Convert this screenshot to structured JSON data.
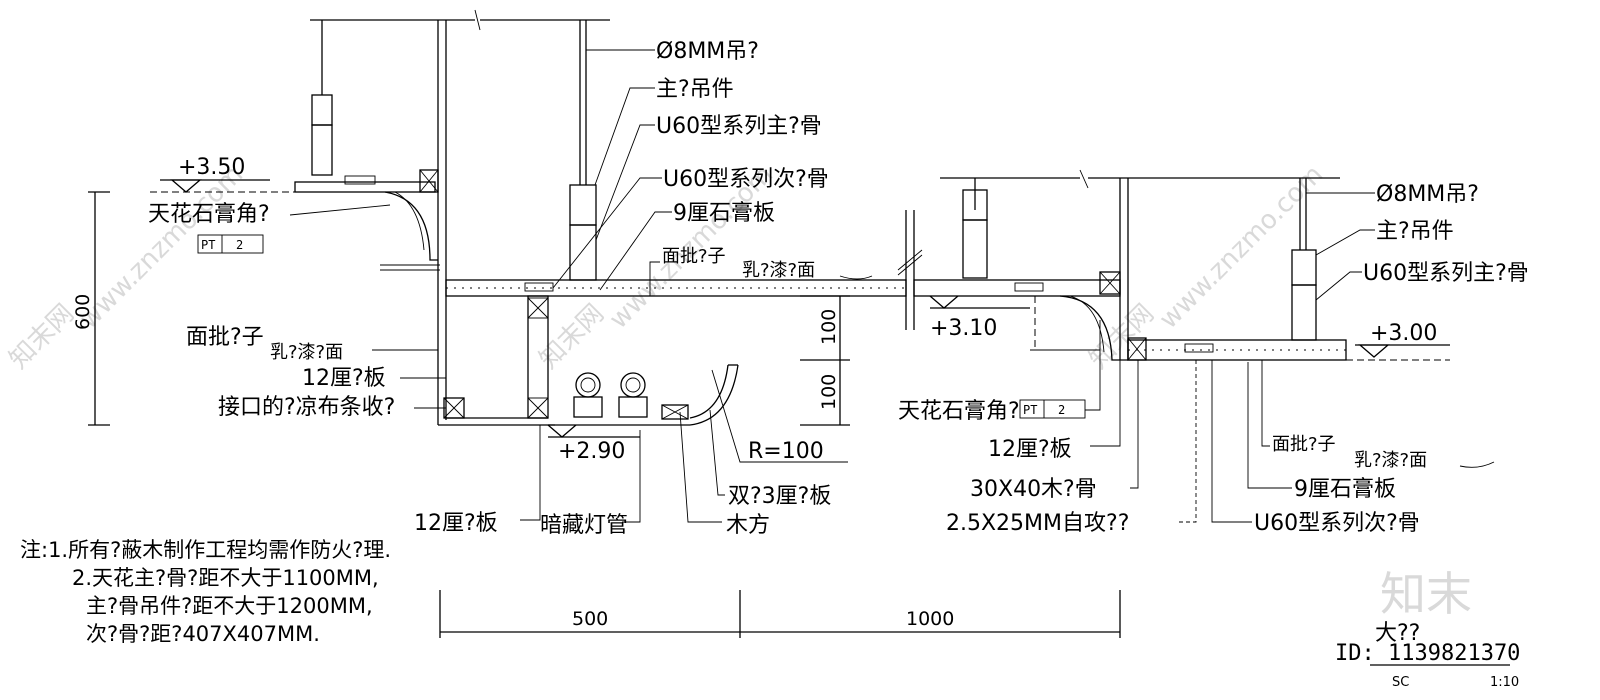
{
  "left_detail": {
    "level_mark": "+3.50",
    "cornice_label": "天花石膏角?",
    "pt_tag": {
      "code": "PT",
      "num": "2"
    },
    "height_dim": "600",
    "finish_label_1": "面批?子",
    "finish_label_2": "乳?漆?面",
    "board_label": "12厘?板",
    "joint_label": "接口的?凉布条收?"
  },
  "center_detail": {
    "rod_label": "Ø8MM吊?",
    "hanger_label": "主?吊件",
    "main_keel_label": "U60型系列主?骨",
    "sub_keel_label": "U60型系列次?骨",
    "gypsum_label": "9厘石膏板",
    "finish_label_1": "面批?子",
    "finish_label_2": "乳?漆?面",
    "dim_upper": "100",
    "dim_lower": "100",
    "level_mark_low": "+2.90",
    "radius_label": "R=100",
    "double_board_label": "双?3厘?板",
    "wood_label": "木方",
    "board_label": "12厘?板",
    "light_label": "暗藏灯管"
  },
  "right_detail": {
    "level_mark_mid": "+3.10",
    "level_mark_right": "+3.00",
    "rod_label": "Ø8MM吊?",
    "hanger_label": "主?吊件",
    "main_keel_label": "U60型系列主?骨",
    "cornice_label": "天花石膏角?",
    "pt_tag": {
      "code": "PT",
      "num": "2"
    },
    "board_label": "12厘?板",
    "batten_label": "30X40木?骨",
    "screw_label": "2.5X25MM自攻??",
    "finish_label_1": "面批?子",
    "finish_label_2": "乳?漆?面",
    "gypsum_label": "9厘石膏板",
    "sub_keel_label": "U60型系列次?骨"
  },
  "notes": {
    "line1": "注:1.所有?蔽木制作工程均需作防火?理.",
    "line2": "2.天花主?骨?距不大于1100MM,",
    "line3": "主?骨吊件?距不大于1200MM,",
    "line4": "次?骨?距?407X407MM."
  },
  "bottom_dims": {
    "left": "500",
    "right": "1000"
  },
  "title_block": {
    "title": "大??",
    "code": "SC",
    "scale": "1:10"
  },
  "watermark": {
    "brand": "知末",
    "id_text": "ID: 1139821370",
    "site_text": "www.znzmo.com",
    "net_text": "知末网"
  }
}
